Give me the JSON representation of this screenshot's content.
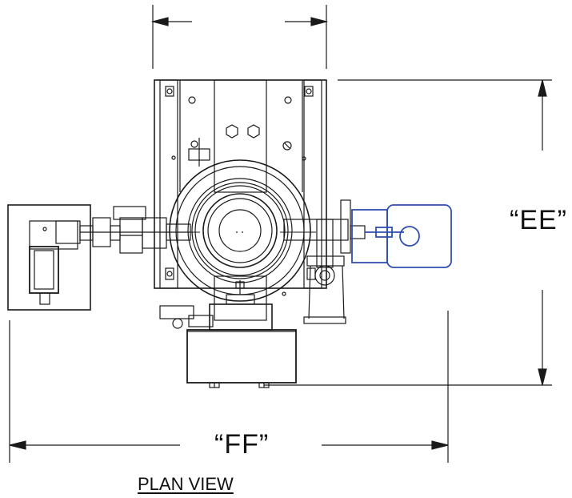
{
  "dimensions": {
    "height_label": "“EE”",
    "width_label": "“FF”"
  },
  "view_title": "PLAN VIEW",
  "colors": {
    "line": "#1a1a1a",
    "motor": "#2f4fb0",
    "motor_fill": "#5a78d0"
  }
}
